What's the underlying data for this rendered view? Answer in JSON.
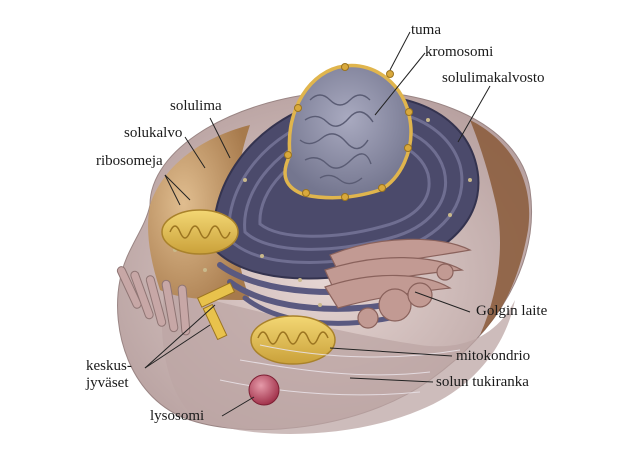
{
  "diagram": {
    "labels": {
      "tuma": "tuma",
      "kromosomi": "kromosomi",
      "solulimakalvosto": "solulimakalvosto",
      "solulima": "solulima",
      "solukalvo": "solukalvo",
      "ribosomeja": "ribosomeja",
      "golgin_laite": "Golgin laite",
      "mitokondrio": "mitokondrio",
      "solun_tukiranka": "solun tukiranka",
      "keskusjyvaset": "keskus-\njyväset",
      "lysosomi": "lysosomi"
    },
    "colors": {
      "cell_outer": "#cdb9b7",
      "cell_inner": "#b8a1a1",
      "cytoplasm": "#c9a47a",
      "er": "#4b4a6b",
      "er_light": "#6f6e91",
      "nucleus": "#8c8ea6",
      "nucleus_rim": "#e0b54d",
      "mito": "#e8c24c",
      "golgi": "#b98c86",
      "lysosome": "#b8425a"
    }
  }
}
